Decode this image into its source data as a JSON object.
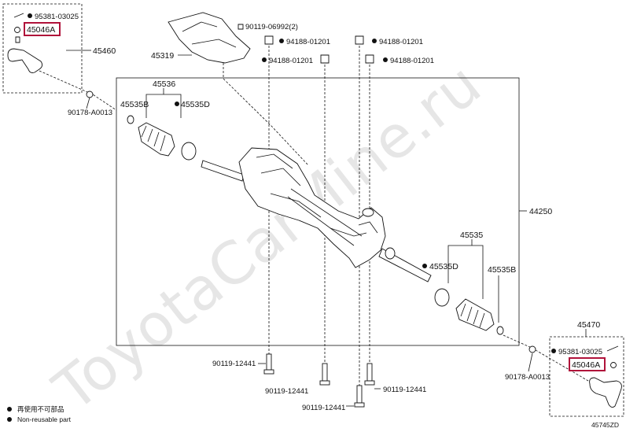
{
  "watermark": "ToyotaCarMine.ru",
  "diagram_code": "45745ZD",
  "legend": {
    "line1": "再使用不可部品",
    "line2": "Non-reusable part"
  },
  "labels": {
    "n95381_top": "95381-03025",
    "n45046A_top": "45046A",
    "n45460": "45460",
    "n90178_left": "90178-A0013",
    "n45319": "45319",
    "n90119_06992": "90119-06992(2)",
    "n94188_a": "94188-01201",
    "n94188_b": "94188-01201",
    "n94188_c": "94188-01201",
    "n94188_d": "94188-01201",
    "n45536": "45536",
    "n45535B_left": "45535B",
    "n45535D_left": "45535D",
    "n44250": "44250",
    "n45535": "45535",
    "n45535D_right": "45535D",
    "n45535B_right": "45535B",
    "n45470": "45470",
    "n95381_bottom": "95381-03025",
    "n45046A_bottom": "45046A",
    "n90178_right": "90178-A0013",
    "n90119_12441_a": "90119-12441",
    "n90119_12441_b": "90119-12441",
    "n90119_12441_c": "90119-12441",
    "n90119_12441_d": "90119-12441"
  },
  "highlight_color": "#b0123a"
}
